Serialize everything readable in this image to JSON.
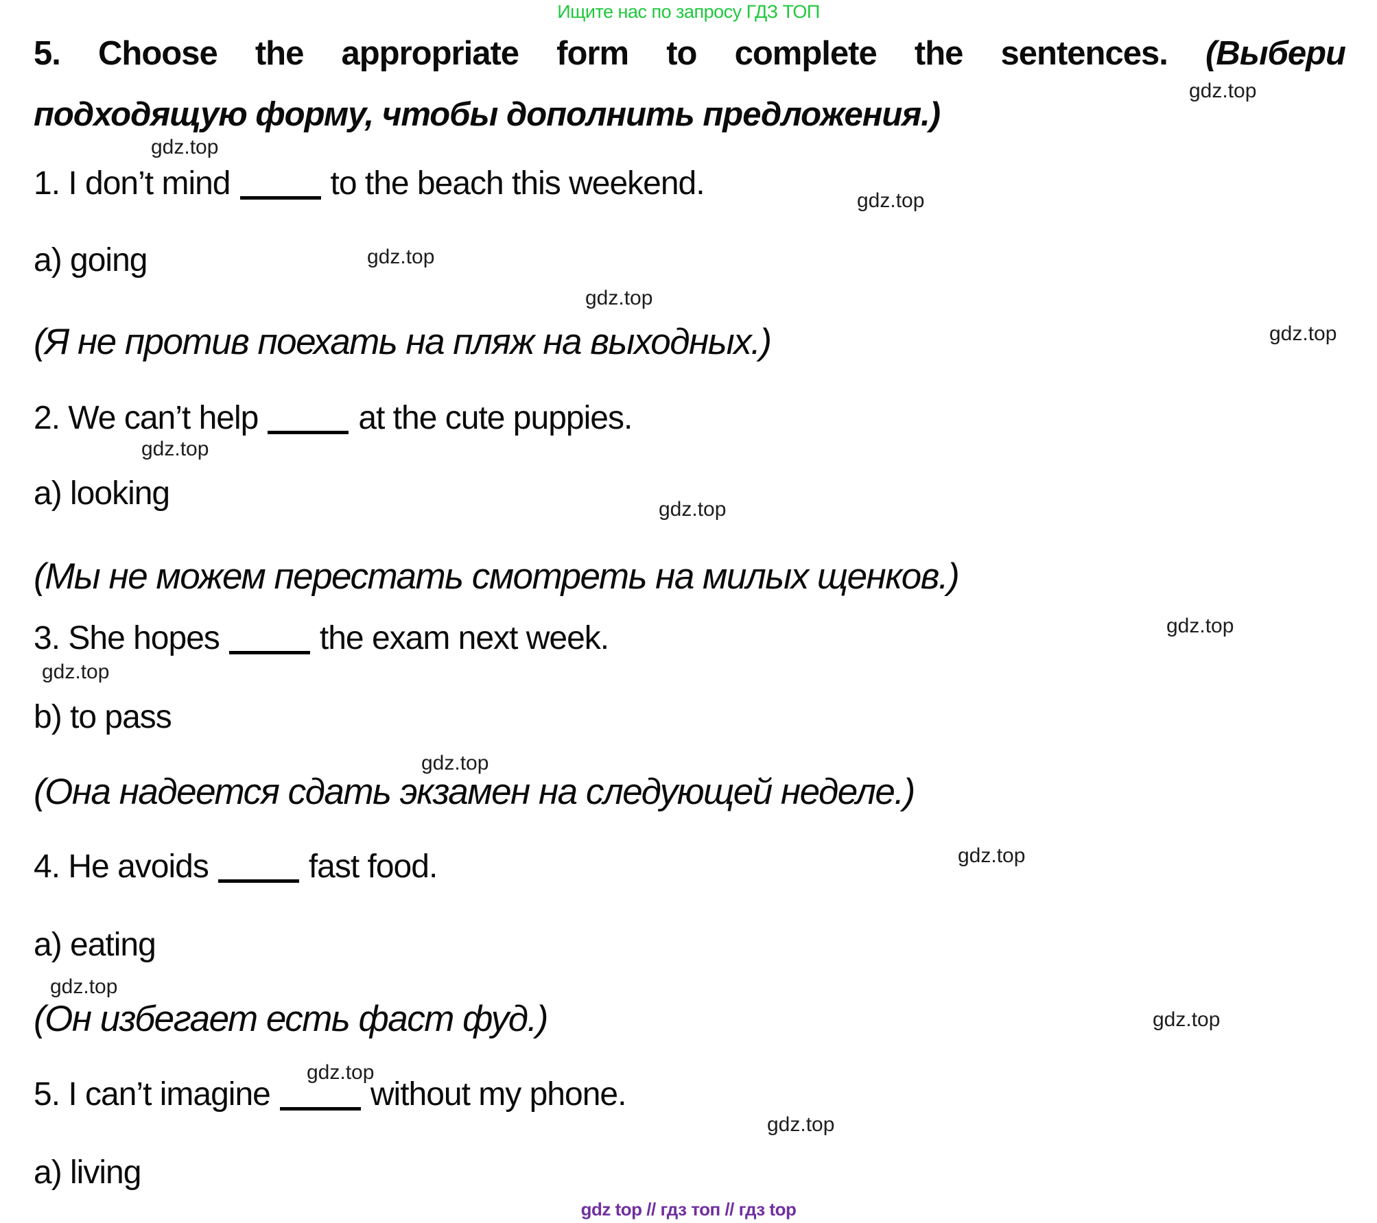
{
  "page": {
    "top_banner": "Ищите нас по запросу ГДЗ ТОП",
    "banner_color": "#1fc83c",
    "watermark": "gdz.top",
    "footer": "gdz top  //  гдз топ  //  гдз top",
    "footer_color": "#7030a0"
  },
  "heading": {
    "en": "5. Choose the appropriate form to complete the sentences.",
    "ru_line1": "(Выбери",
    "ru_line2": "подходящую форму, чтобы дополнить предложения.)"
  },
  "items": [
    {
      "pre": "1. I don’t mind",
      "post": "to the beach this weekend.",
      "answer": "a) going",
      "translation": "(Я не против поехать на пляж на выходных.)"
    },
    {
      "pre": "2. We can’t help",
      "post": "at the cute puppies.",
      "answer": "a) looking",
      "translation": "(Мы не можем перестать смотреть на милых щенков.)"
    },
    {
      "pre": "3. She hopes",
      "post": "the exam next week.",
      "answer": "b) to pass",
      "translation": "(Она надеется сдать экзамен на следующей неделе.)"
    },
    {
      "pre": "4. He avoids",
      "post": "fast food.",
      "answer": "a) eating",
      "translation": "(Он избегает есть фаст фуд.)"
    },
    {
      "pre": "5. I can’t imagine",
      "post": "without my phone.",
      "answer": "a) living"
    }
  ]
}
